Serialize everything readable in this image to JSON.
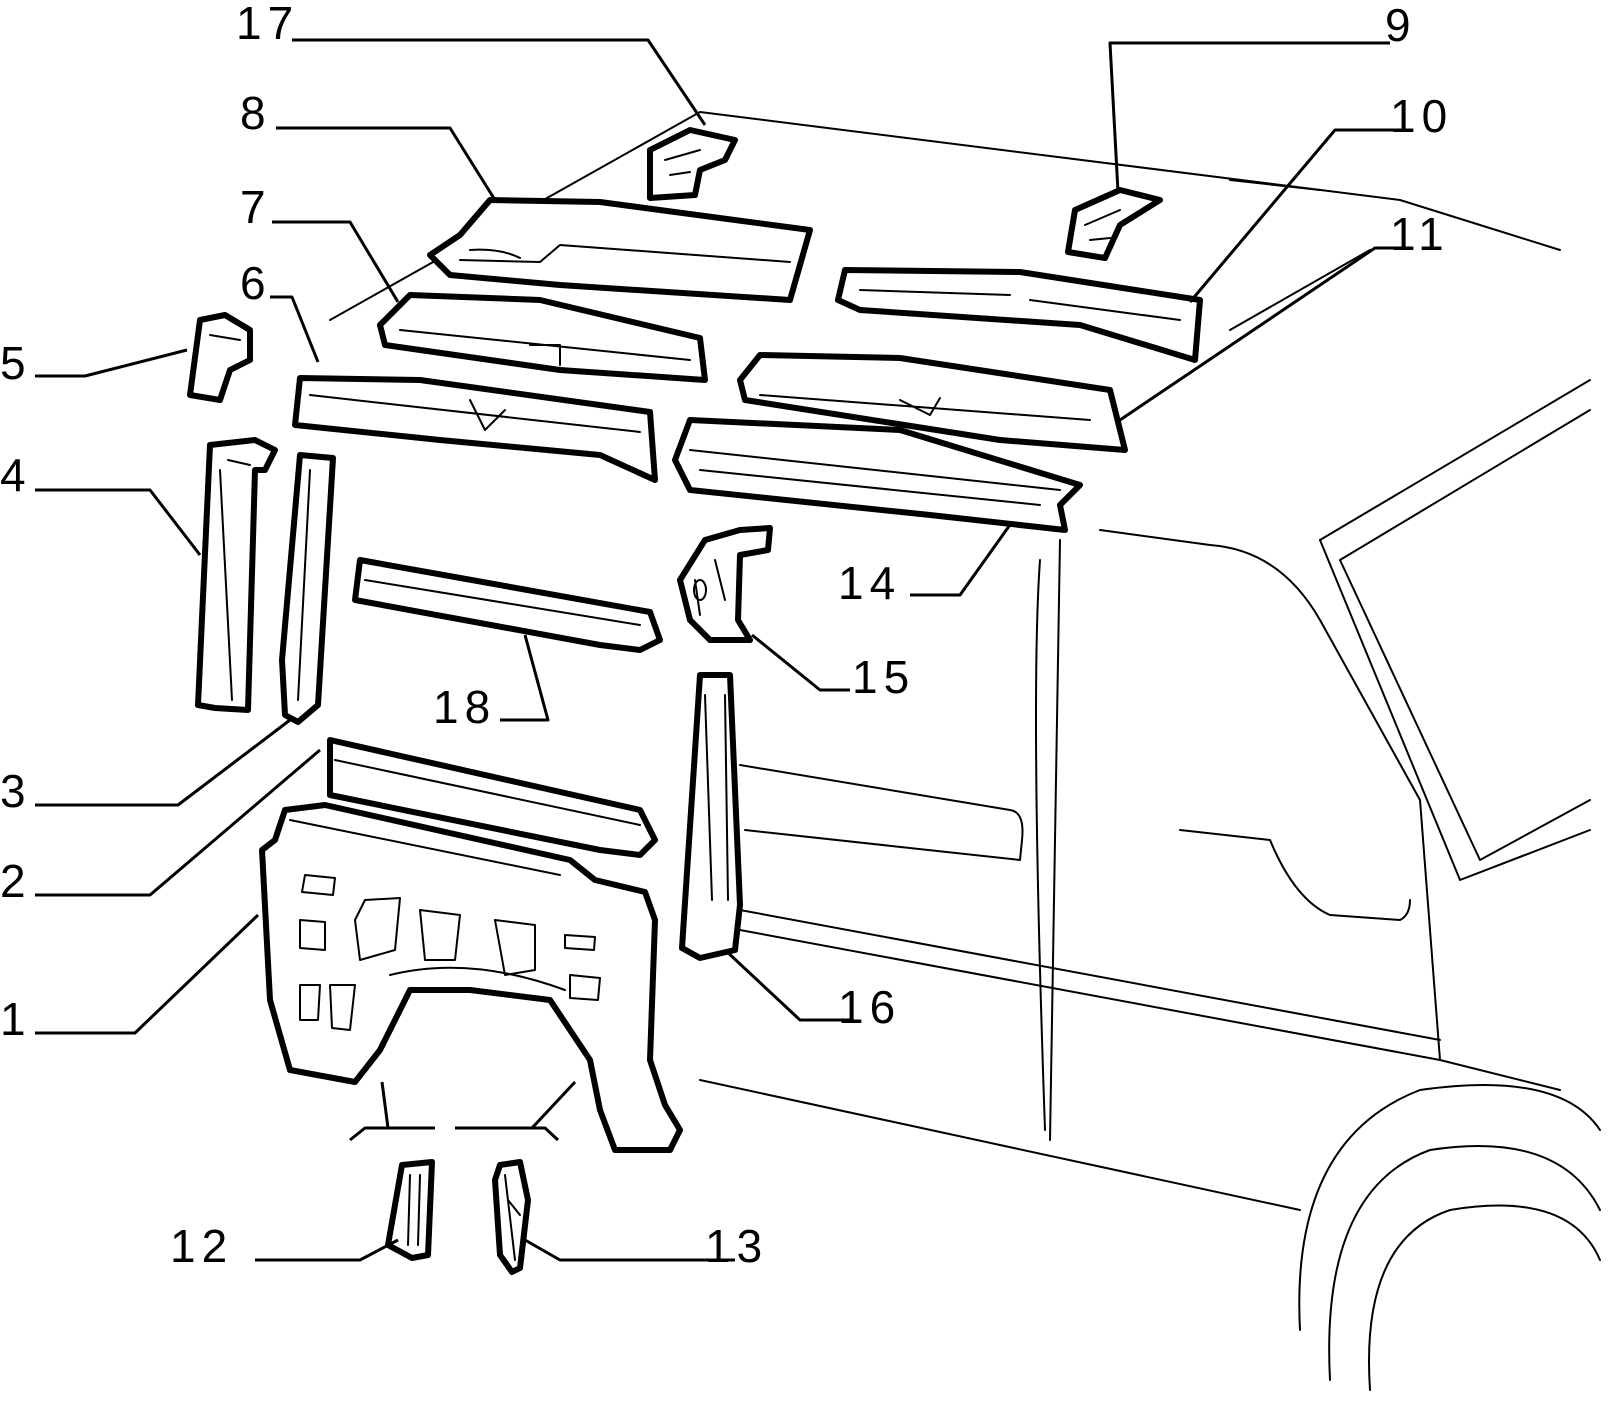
{
  "diagram": {
    "type": "exploded parts diagram",
    "callouts": [
      "1",
      "2",
      "3",
      "4",
      "5",
      "6",
      "7",
      "8",
      "9",
      "10",
      "11",
      "12",
      "13",
      "14",
      "15",
      "16",
      "17",
      "18"
    ]
  }
}
